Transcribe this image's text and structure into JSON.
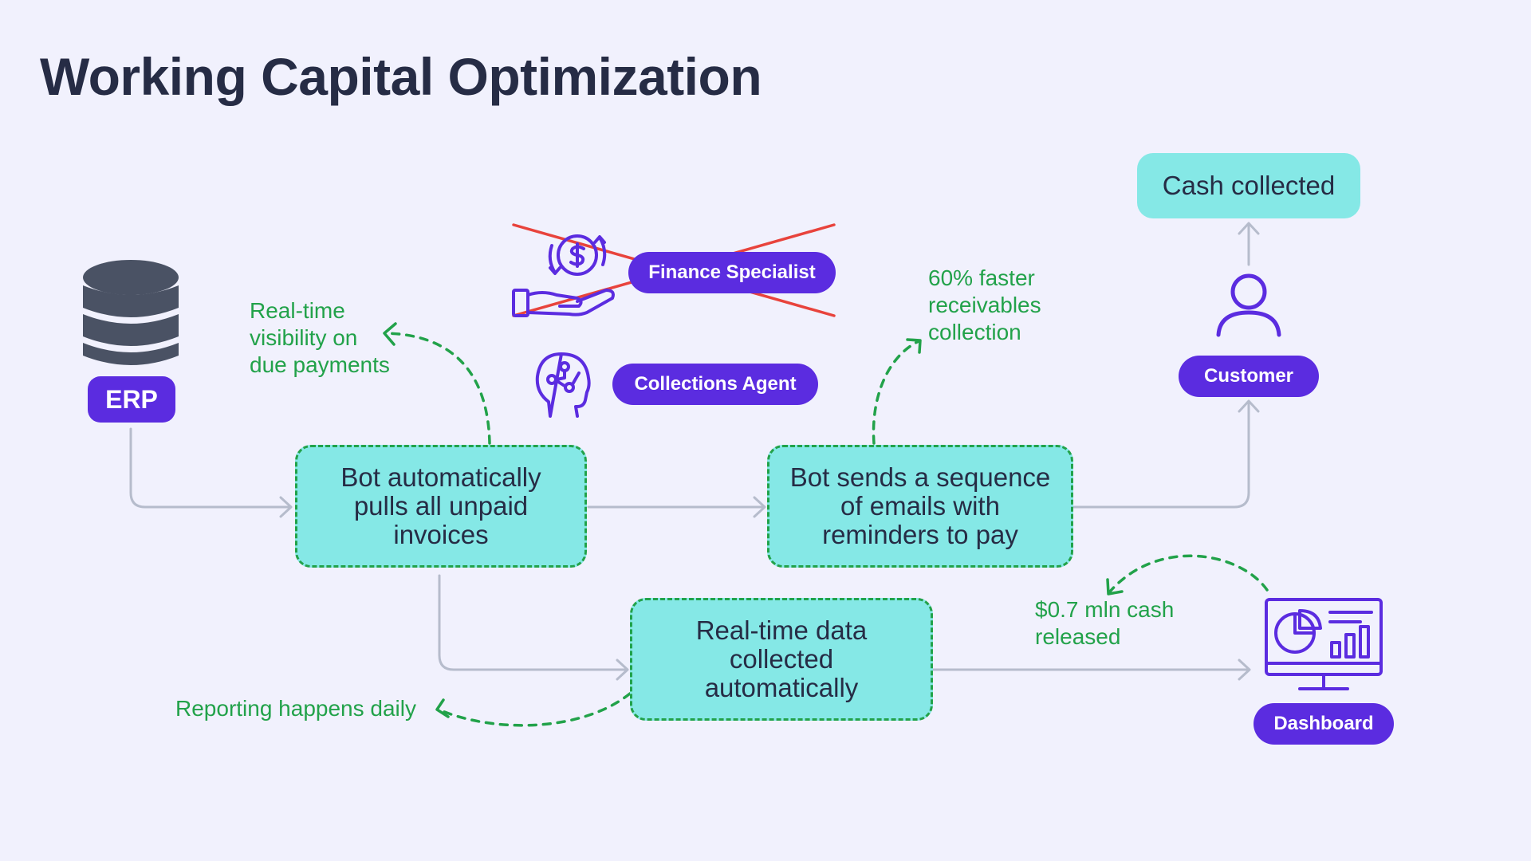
{
  "header": {
    "title": "Working Capital Optimization"
  },
  "nodes": {
    "erp": {
      "label": "ERP",
      "icon": "database-icon"
    },
    "finance_specialist": {
      "label": "Finance Specialist",
      "icon": "money-hand-icon",
      "status": "crossed-out"
    },
    "collections_agent": {
      "label": "Collections Agent",
      "icon": "ai-head-icon"
    },
    "customer": {
      "label": "Customer",
      "icon": "user-icon"
    },
    "cash": {
      "label": "Cash collected"
    },
    "dashboard": {
      "label": "Dashboard",
      "icon": "analytics-monitor-icon"
    }
  },
  "steps": {
    "pull": {
      "lines": [
        "Bot automatically",
        "pulls all unpaid",
        "invoices"
      ]
    },
    "emails": {
      "lines": [
        "Bot sends a sequence",
        "of emails with",
        "reminders to pay"
      ]
    },
    "data": {
      "lines": [
        "Real-time data",
        "collected",
        "automatically"
      ]
    }
  },
  "notes": {
    "visibility": {
      "lines": [
        "Real-time",
        "visibility on",
        "due payments"
      ]
    },
    "faster": {
      "lines": [
        "60% faster",
        "receivables",
        "collection"
      ]
    },
    "cash_released": {
      "lines": [
        "$0.7 mln cash",
        "released"
      ]
    },
    "reporting": {
      "lines": [
        "Reporting happens daily"
      ]
    }
  },
  "colors": {
    "background": "#f1f1fd",
    "title": "#262c45",
    "pill": "#5b2ce0",
    "box_fill": "#85e8e6",
    "dashed_green": "#22a24a",
    "connector": "#b6bccc",
    "cross": "#e8433c"
  }
}
